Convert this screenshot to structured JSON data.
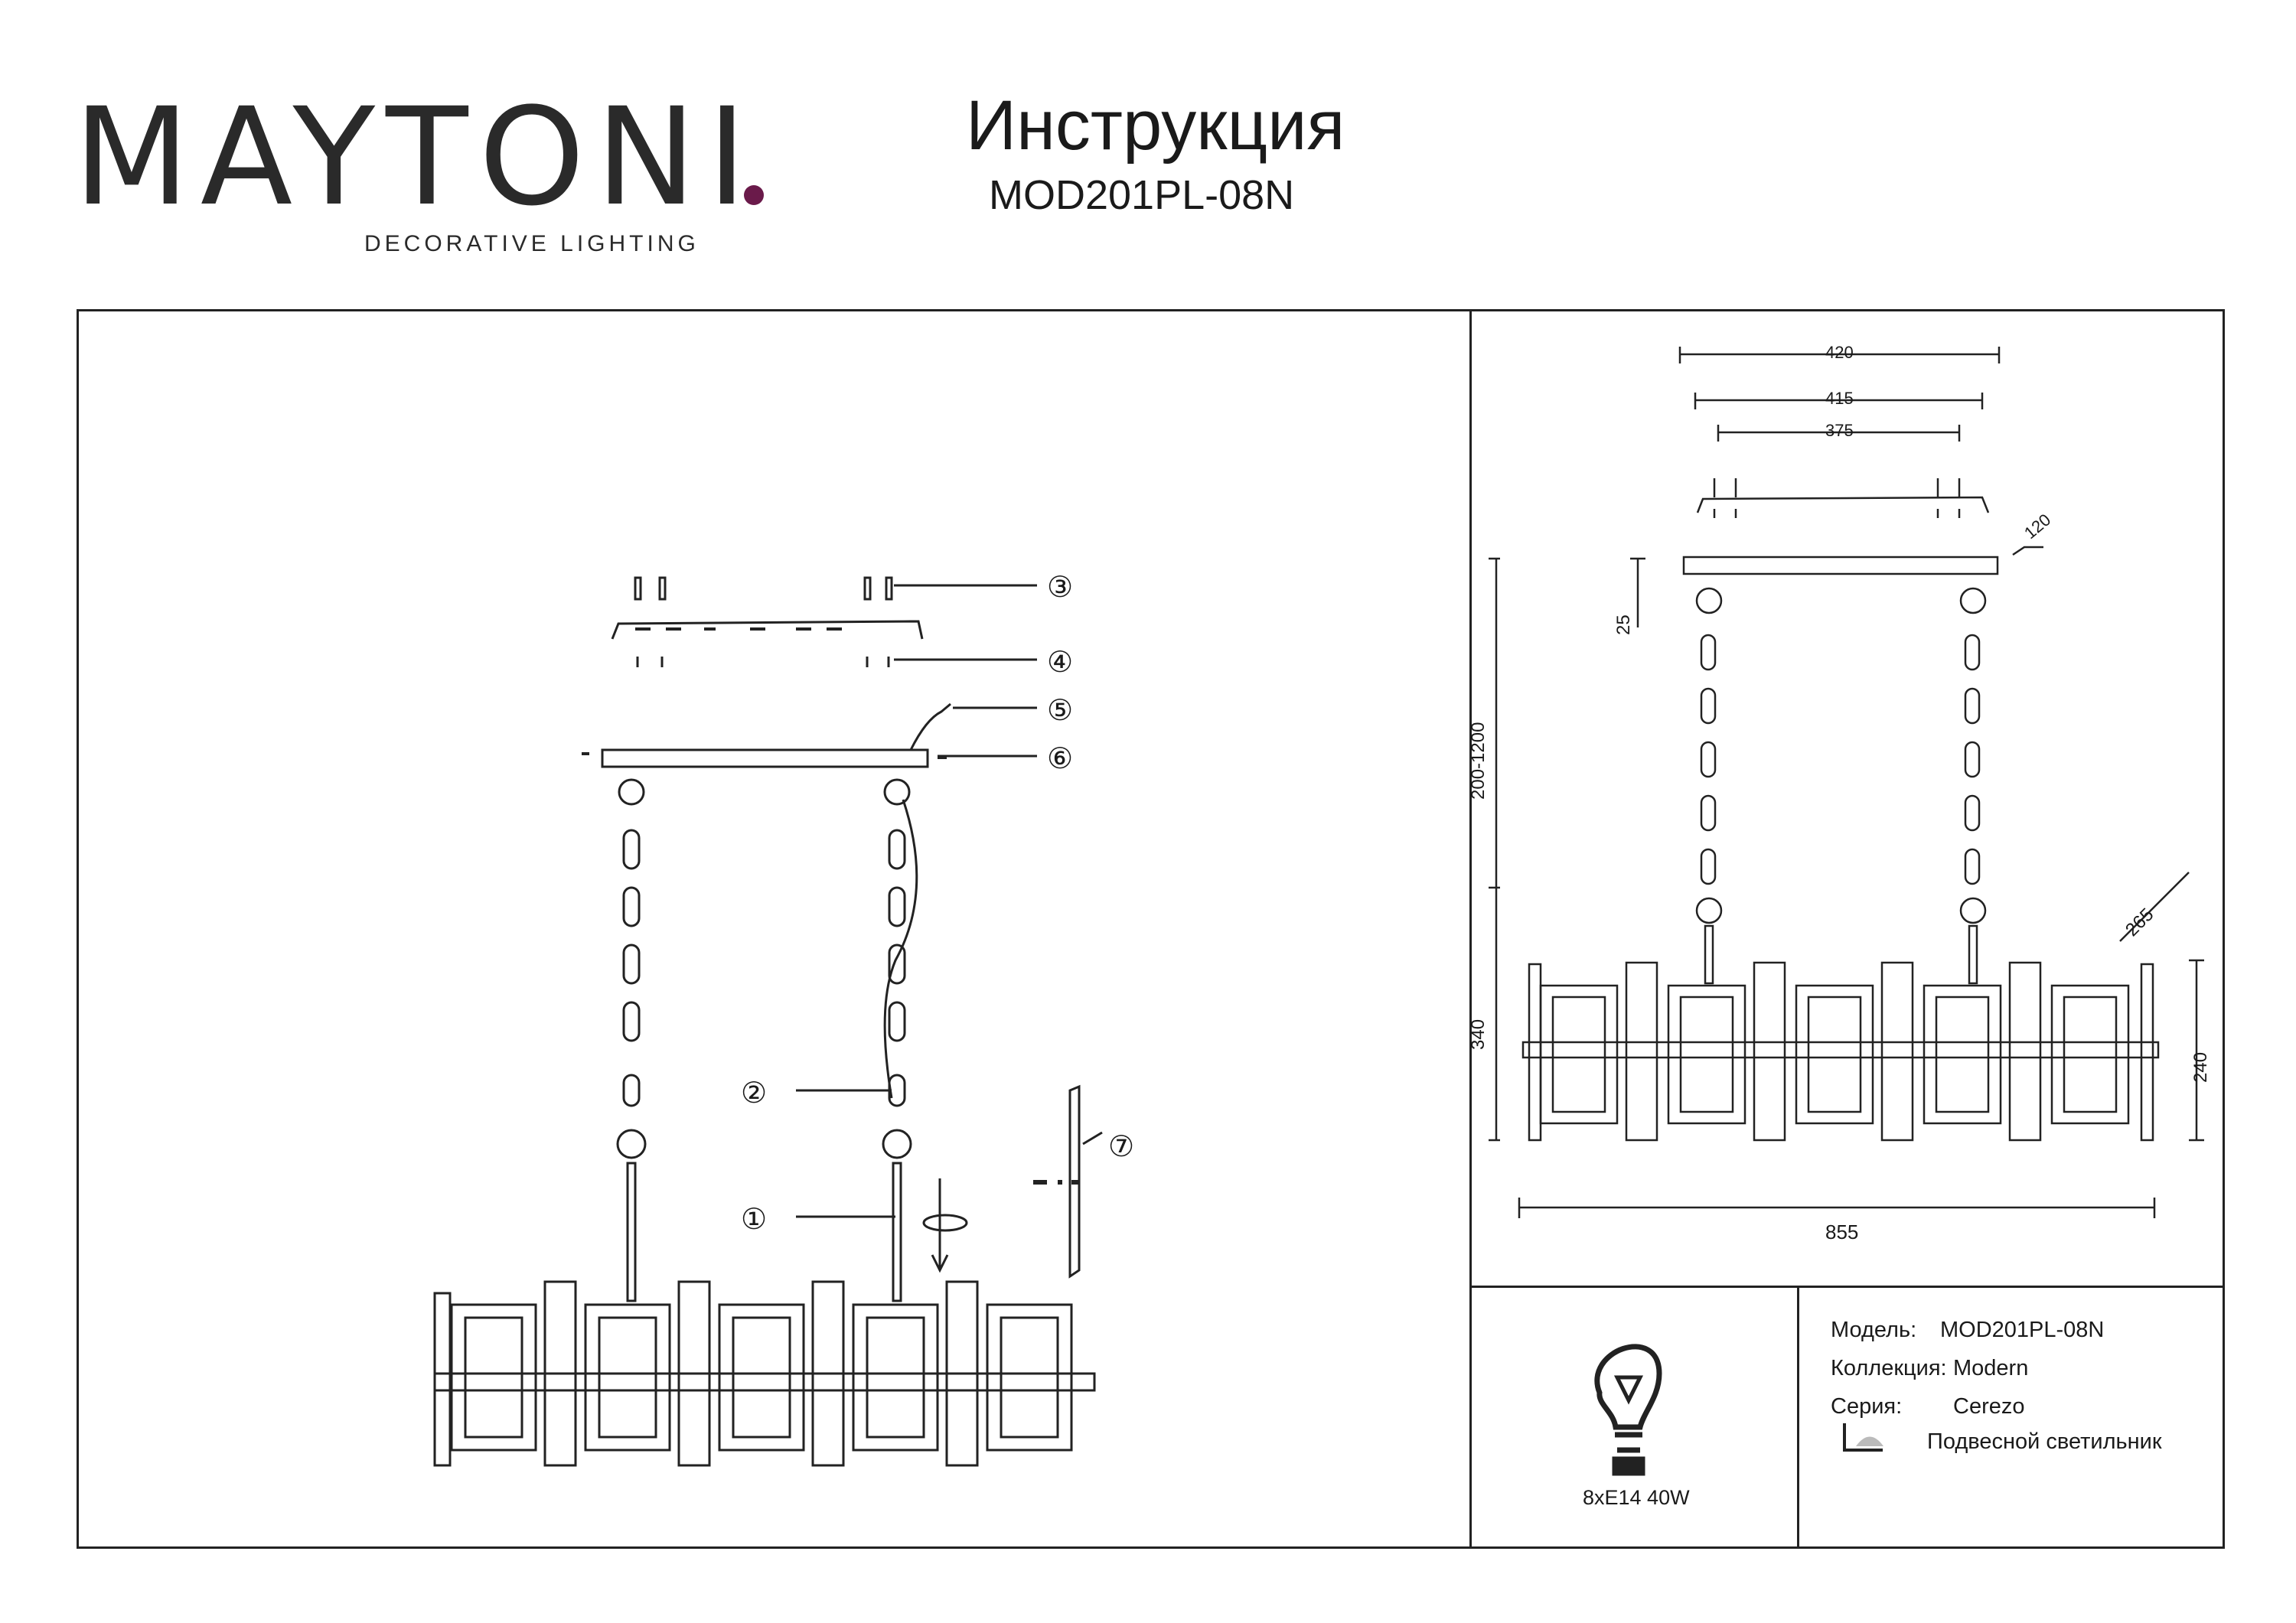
{
  "header": {
    "brand": "MAYTONI",
    "tagline": "DECORATIVE LIGHTING",
    "title": "Инструкция",
    "model_code": "MOD201PL-08N"
  },
  "assembly": {
    "callouts": [
      "①",
      "②",
      "③",
      "④",
      "⑤",
      "⑥",
      "⑦"
    ]
  },
  "dimensions": {
    "top_420": "420",
    "top_415": "415",
    "top_375": "375",
    "canopy_depth": "120",
    "canopy_height": "25",
    "suspension": "200-1200",
    "total_height": "340",
    "shade_depth": "265",
    "shade_height": "240",
    "width": "855"
  },
  "specs": {
    "bulb": "8xE14 40W",
    "model_label": "Модель:",
    "model_value": "MOD201PL-08N",
    "collection_label": "Коллекция:",
    "collection_value": "Modern",
    "series_label": "Серия:",
    "series_value": "Cerezo",
    "type_value": "Подвесной светильник"
  },
  "colors": {
    "line": "#222222",
    "brand_dot": "#6a1a4a"
  }
}
